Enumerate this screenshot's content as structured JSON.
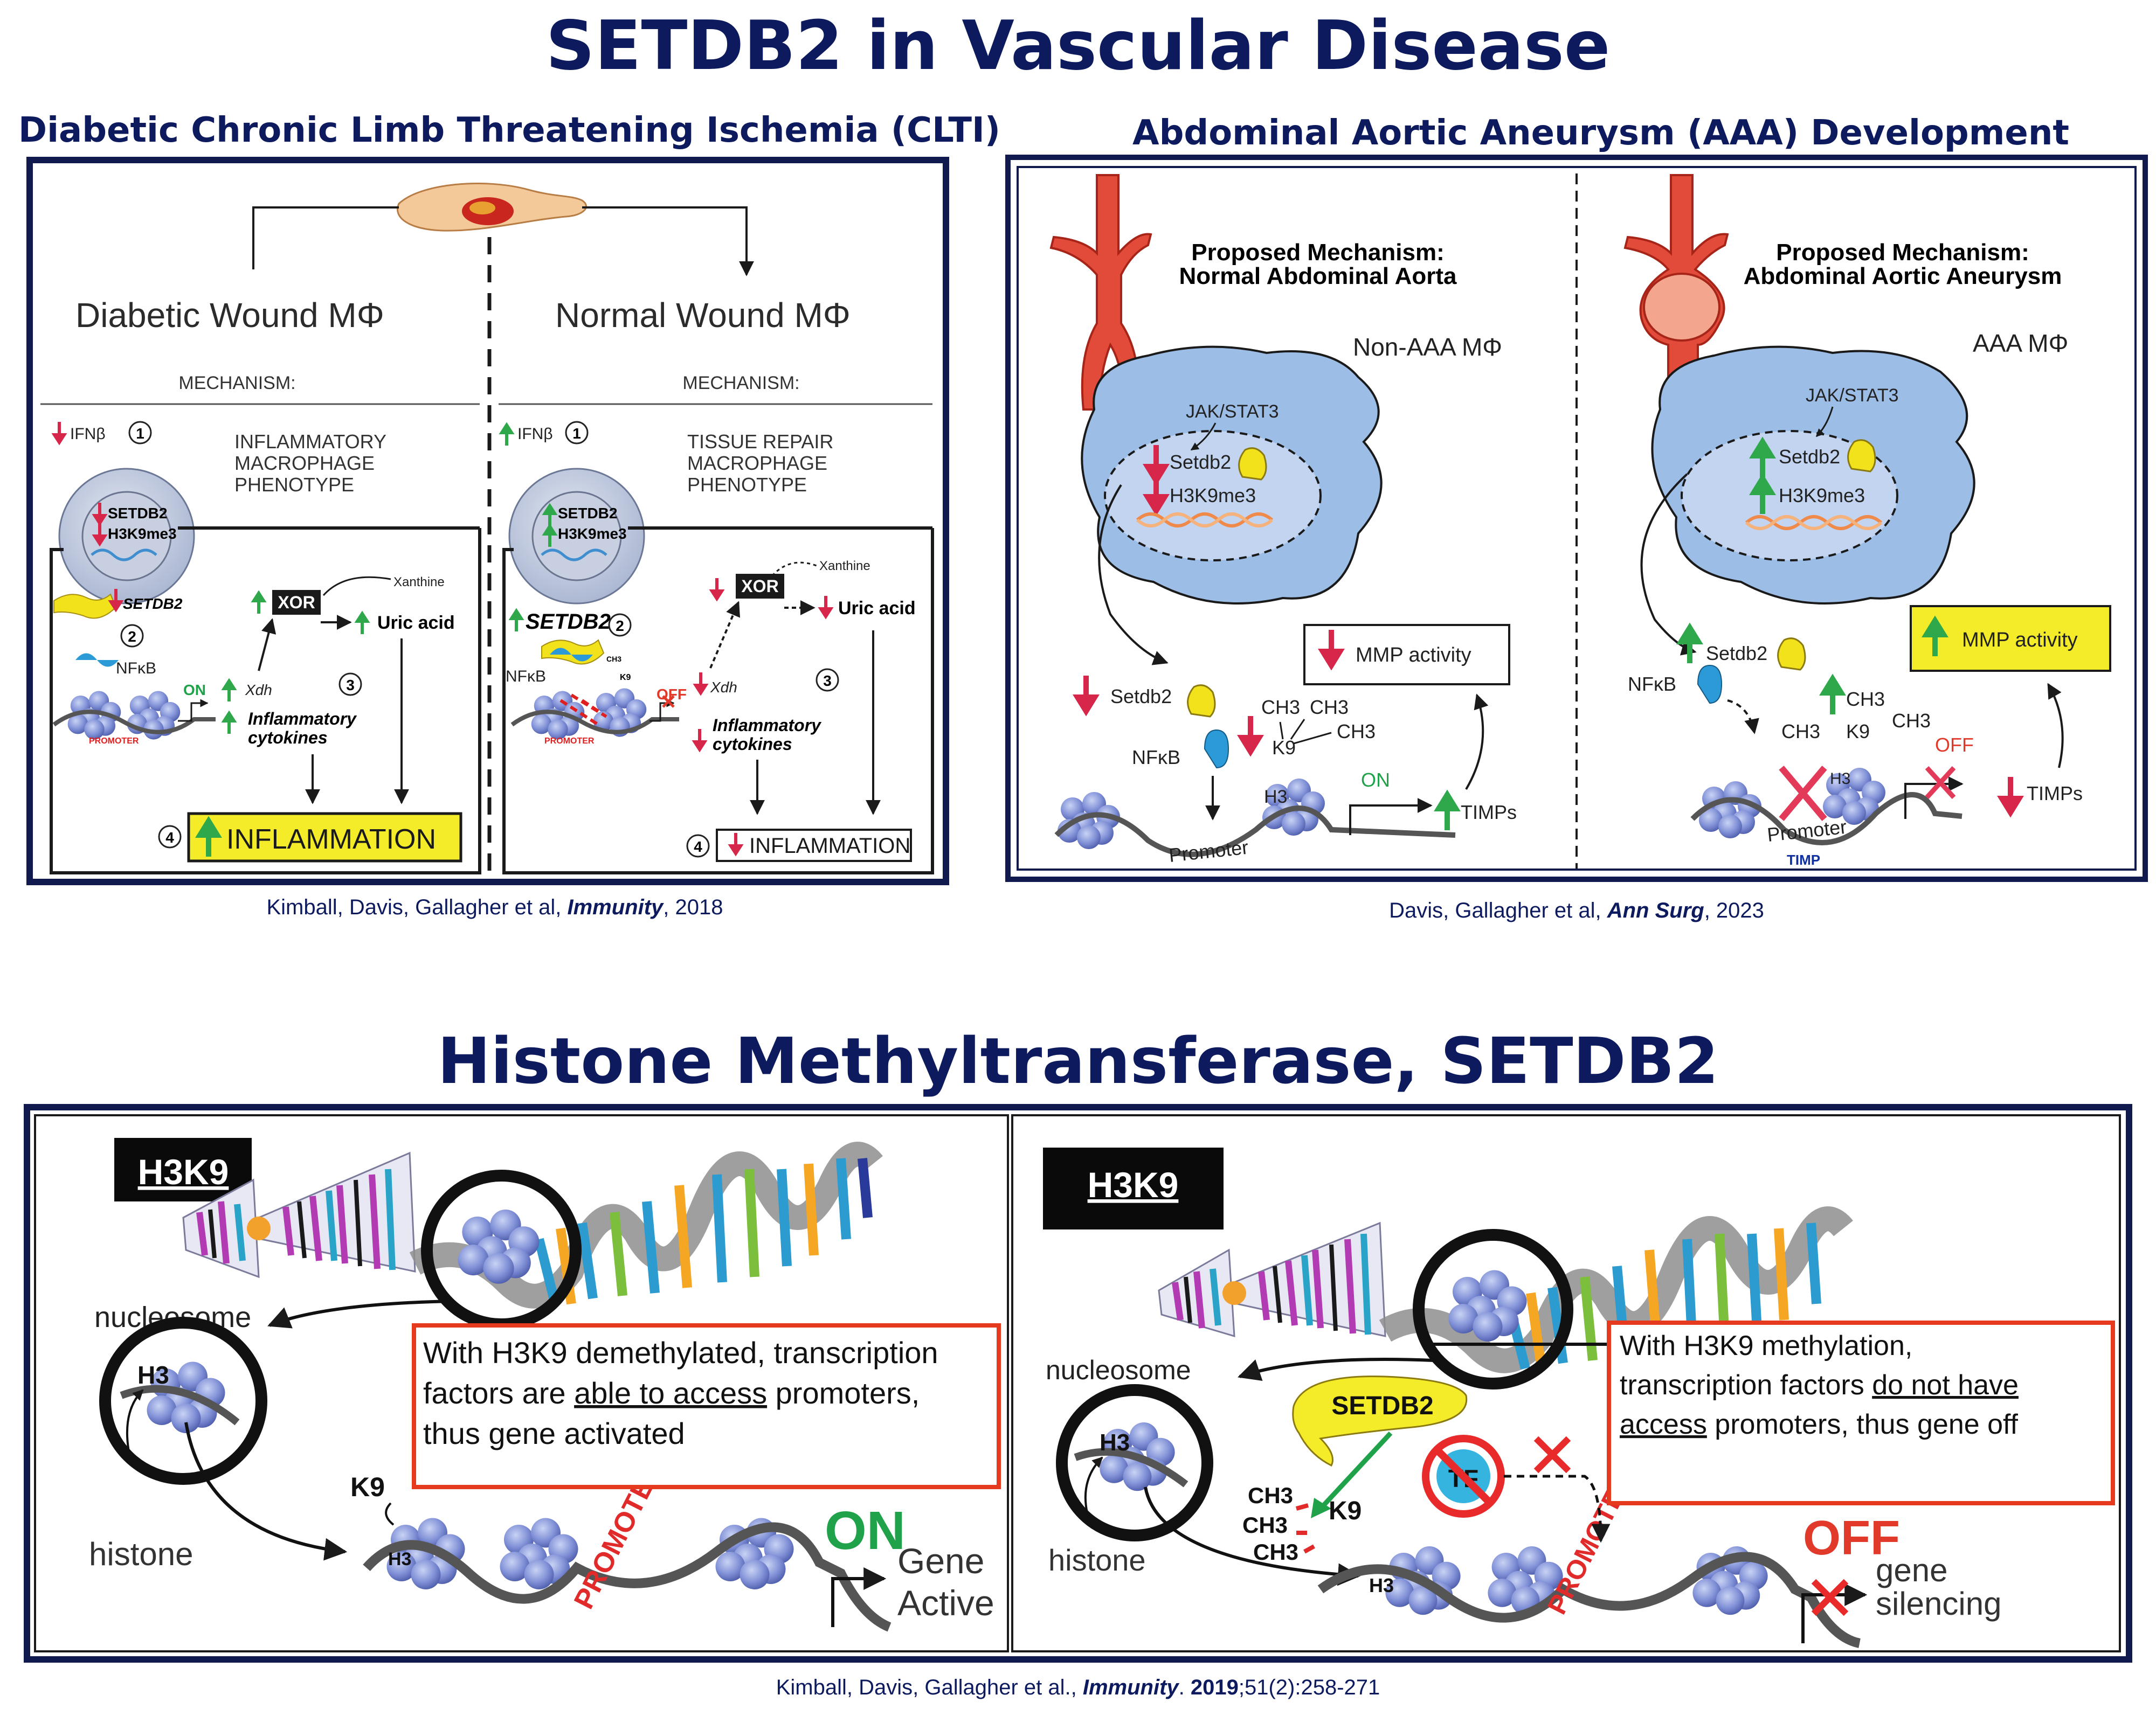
{
  "slide": {
    "title": "SETDB2 in Vascular Disease",
    "bottom_title": "Histone Methyltransferase, SETDB2"
  },
  "clti": {
    "heading": "Diabetic Chronic Limb Threatening Ischemia (CLTI)",
    "left": {
      "title": "Diabetic Wound MΦ",
      "mechanism": "MECHANISM:",
      "ifn": "IFNβ",
      "phenotype": [
        "INFLAMMATORY",
        "MACROPHAGE",
        "PHENOTYPE"
      ],
      "nucleus": [
        "SETDB2",
        "H3K9me3"
      ],
      "setdb2": "SETDB2",
      "xanthine": "Xanthine",
      "xor": "XOR",
      "uric": "Uric acid",
      "xdh": "Xdh",
      "nfkb": "NFκB",
      "on": "ON",
      "promoter": "PROMOTER",
      "cytokines": [
        "Inflammatory",
        "cytokines"
      ],
      "outcome": "INFLAMMATION"
    },
    "right": {
      "title": "Normal Wound MΦ",
      "mechanism": "MECHANISM:",
      "ifn": "IFNβ",
      "phenotype": [
        "TISSUE REPAIR",
        "MACROPHAGE",
        "PHENOTYPE"
      ],
      "nucleus": [
        "SETDB2",
        "H3K9me3"
      ],
      "setdb2": "SETDB2",
      "xanthine": "Xanthine",
      "xor": "XOR",
      "uric": "Uric acid",
      "xdh": "Xdh",
      "nfkb": "NFκB",
      "off": "OFF",
      "ch3": "CH3",
      "k9": "K9",
      "promoter": "PROMOTER",
      "cytokines": [
        "Inflammatory",
        "cytokines"
      ],
      "outcome": "INFLAMMATION"
    },
    "steps": [
      "1",
      "2",
      "3",
      "4"
    ],
    "citation": {
      "authors": "Kimball, Davis, Gallagher et al, ",
      "journal": "Immunity",
      "year": ", 2018"
    }
  },
  "aaa": {
    "heading": "Abdominal Aortic Aneurysm (AAA) Development",
    "left": {
      "title": [
        "Proposed Mechanism:",
        "Normal Abdominal Aorta"
      ],
      "cell_label": "Non-AAA MΦ",
      "jak": "JAK/STAT3",
      "setdb2": "Setdb2",
      "h3k9": "H3K9me3",
      "mmp": "MMP activity",
      "setdb2_out": "Setdb2",
      "nfkb": "NFκB",
      "ch3": "CH3",
      "k9": "K9",
      "h3": "H3",
      "on": "ON",
      "timps": "TIMPs",
      "promoter": "Promoter"
    },
    "right": {
      "title": [
        "Proposed Mechanism:",
        "Abdominal Aortic Aneurysm"
      ],
      "cell_label": "AAA MΦ",
      "jak": "JAK/STAT3",
      "setdb2": "Setdb2",
      "h3k9": "H3K9me3",
      "mmp": "MMP activity",
      "setdb2_out": "Setdb2",
      "nfkb": "NFκB",
      "ch3": "CH3",
      "k9": "K9",
      "h3": "H3",
      "off": "OFF",
      "timps": "TIMPs",
      "promoter": "Promoter",
      "timp": "TIMP"
    },
    "citation": {
      "authors": "Davis, Gallagher et al, ",
      "journal": "Ann Surg",
      "year": ", 2023"
    }
  },
  "histone": {
    "left": {
      "tag": "H3K9",
      "nucleosome": "nucleosome",
      "h3": "H3",
      "histone": "histone",
      "k9": "K9",
      "note_lines": [
        "With H3K9 demethylated, transcription",
        "factors are ",
        "able to access",
        " promoters,",
        "thus gene activated"
      ],
      "promoter": "PROMOTER",
      "on": "ON",
      "gene": [
        "Gene",
        "Active"
      ]
    },
    "right": {
      "tag": "H3K9",
      "nucleosome": "nucleosome",
      "h3": "H3",
      "histone": "histone",
      "k9": "K9",
      "ch3": "CH3",
      "setdb2": "SETDB2",
      "tf": "TF",
      "note_lines": [
        "With H3K9 methylation,",
        "transcription factors ",
        "do not have",
        "access",
        " promoters, thus gene off"
      ],
      "promoter": "PROMOTER",
      "off": "OFF",
      "gene": [
        "gene",
        "silencing"
      ]
    },
    "citation": {
      "authors": "Kimball, Davis, Gallagher et al., ",
      "journal": "Immunity",
      "year": ". ",
      "year_bold": "2019",
      "rest": ";51(2):258-271"
    }
  },
  "colors": {
    "navy": "#0d1b5e",
    "frame": "#101a4f",
    "red_arrow": "#d6264a",
    "green_arrow": "#2ea84a",
    "yellow_box": "#f4ec28",
    "cell_blue": "#9cbde6",
    "note_border": "#e63a1e",
    "on_green": "#1fa24a",
    "off_red": "#e23a2a"
  }
}
